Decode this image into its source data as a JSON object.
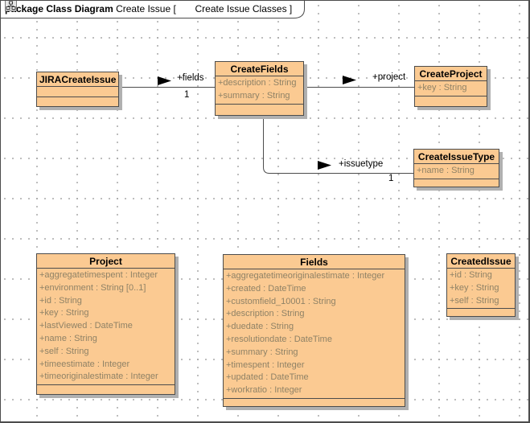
{
  "frame": {
    "title_bold": "package Class Diagram",
    "title_name": "Create Issue",
    "bracket_open": "[",
    "diagram_name": "Create Issue Classes",
    "bracket_close": "]"
  },
  "colors": {
    "class_fill": "#fbca92",
    "class_border": "#4c4c4c",
    "attr_text": "#8f8266",
    "line_color": "#4c4c4c",
    "grid_dot": "#848484",
    "shadow": "#b0b0b0"
  },
  "classes": [
    {
      "name": "JIRACreateIssue",
      "attributes": []
    },
    {
      "name": "CreateFields",
      "attributes": [
        "+description : String",
        "+summary : String"
      ]
    },
    {
      "name": "CreateProject",
      "attributes": [
        "+key : String"
      ]
    },
    {
      "name": "CreateIssueType",
      "attributes": [
        "+name : String"
      ]
    },
    {
      "name": "Project",
      "attributes": [
        "+aggregatetimespent : Integer",
        "+environment : String [0..1]",
        "+id : String",
        "+key : String",
        "+lastViewed : DateTime",
        "+name : String",
        "+self : String",
        "+timeestimate : Integer",
        "+timeoriginalestimate : Integer"
      ]
    },
    {
      "name": "Fields",
      "attributes": [
        "+aggregatetimeoriginalestimate : Integer",
        "+created : DateTime",
        "+customfield_10001 : String",
        "+description : String",
        "+duedate : String",
        "+resolutiondate : DateTime",
        "+summary : String",
        "+timespent : Integer",
        "+updated : DateTime",
        "+workratio : Integer"
      ]
    },
    {
      "name": "CreatedIssue",
      "attributes": [
        "+id : String",
        "+key : String",
        "+self : String"
      ]
    }
  ],
  "associations": [
    {
      "from": "JIRACreateIssue",
      "to": "CreateFields",
      "label": "+fields",
      "multiplicity": "1"
    },
    {
      "from": "CreateFields",
      "to": "CreateProject",
      "label": "+project",
      "multiplicity": ""
    },
    {
      "from": "CreateFields",
      "to": "CreateIssueType",
      "label": "+issuetype",
      "multiplicity": "1"
    }
  ]
}
